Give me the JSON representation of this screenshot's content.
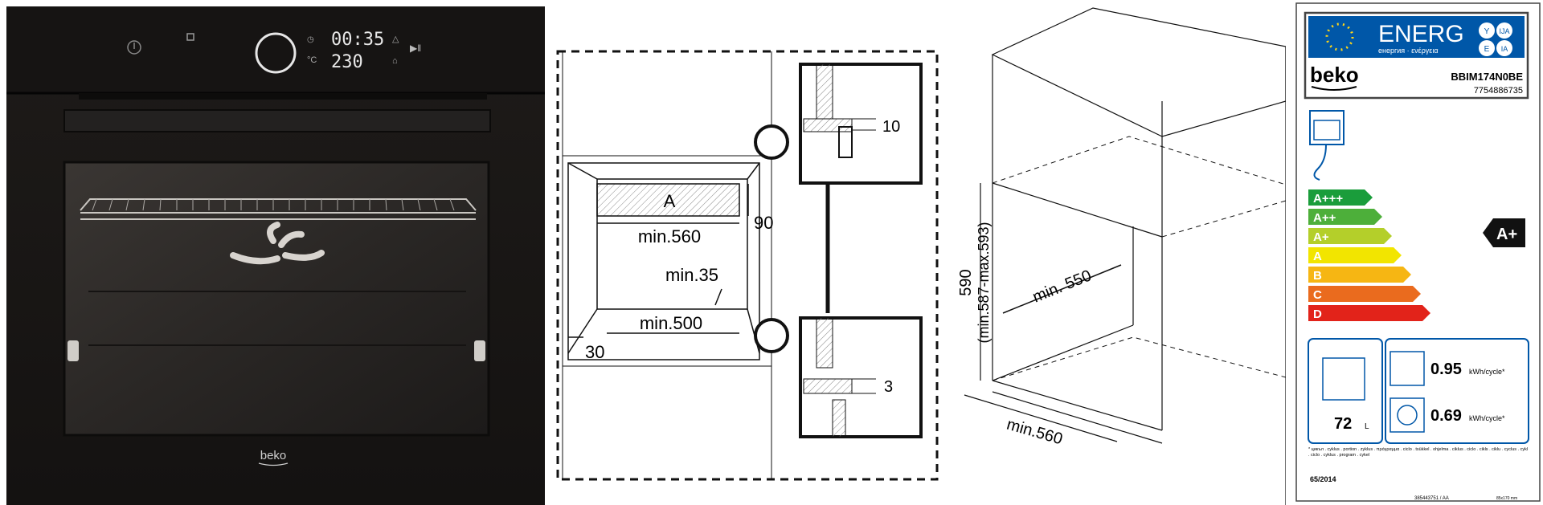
{
  "oven": {
    "display_time": "00:35",
    "display_temp": "230",
    "display_temp_unit": "°C",
    "brand": "beko"
  },
  "installation": {
    "niche_label": "A",
    "top_depth": "90",
    "top_width": "min.560",
    "side_clearance": "min.35",
    "bottom_width": "min.500",
    "front_depth": "30",
    "detail_top_gap": "10",
    "detail_bottom_gap": "3"
  },
  "cabinet": {
    "height": "590",
    "height_range": "(min.587-max.593)",
    "depth": "min. 550",
    "width": "min.560"
  },
  "energy_label": {
    "header": "ENERG",
    "header_sub": "енергия · ενέργεια",
    "lang_badges": [
      "Y",
      "IJA",
      "E",
      "IA"
    ],
    "brand": "beko",
    "model": "BBIM174N0BE",
    "article": "7754886735",
    "classes": [
      {
        "name": "A+++",
        "color": "#1a9d3b"
      },
      {
        "name": "A++",
        "color": "#4daf3a"
      },
      {
        "name": "A+",
        "color": "#b4cf2a"
      },
      {
        "name": "A",
        "color": "#f2e500"
      },
      {
        "name": "B",
        "color": "#f6b613"
      },
      {
        "name": "C",
        "color": "#ea6b1e"
      },
      {
        "name": "D",
        "color": "#e2231a"
      }
    ],
    "rating": "A+",
    "volume": "72",
    "volume_unit": "L",
    "conventional_value": "0.95",
    "fan_value": "0.69",
    "consumption_unit": "kWh/cycle*",
    "footnote": "* цикъл . cyklus . portion . zyklus . πρόγραμμα . ciclo . tsükkel . ohjelma . ciklus . ciclo . cikls . ciklu . cyclus . cykl . ciclo . cyklus . program . cykel",
    "regulation": "65/2014",
    "doc_code": "385443751 / AA",
    "size_note": "85x170 mm"
  }
}
